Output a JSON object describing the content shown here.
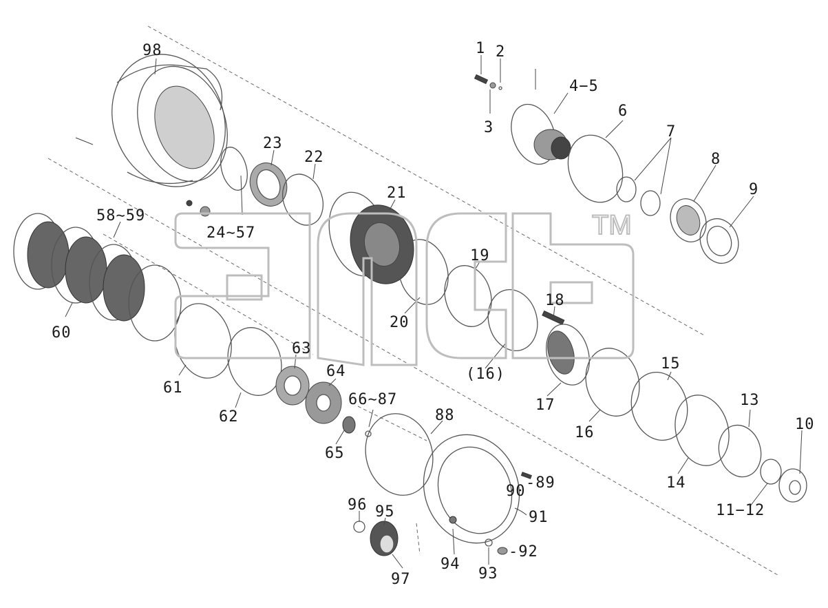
{
  "watermark": {
    "mark": "TM"
  },
  "labels": [
    {
      "id": "98",
      "text": "98"
    },
    {
      "id": "1",
      "text": "1"
    },
    {
      "id": "2",
      "text": "2"
    },
    {
      "id": "3",
      "text": "3"
    },
    {
      "id": "4-5",
      "text": "4−5"
    },
    {
      "id": "6",
      "text": "6"
    },
    {
      "id": "7",
      "text": "7"
    },
    {
      "id": "8",
      "text": "8"
    },
    {
      "id": "9",
      "text": "9"
    },
    {
      "id": "23",
      "text": "23"
    },
    {
      "id": "22",
      "text": "22"
    },
    {
      "id": "21",
      "text": "21"
    },
    {
      "id": "58-59",
      "text": "58∼59"
    },
    {
      "id": "24-57",
      "text": "24∼57"
    },
    {
      "id": "60",
      "text": "60"
    },
    {
      "id": "19",
      "text": "19"
    },
    {
      "id": "20",
      "text": "20"
    },
    {
      "id": "18",
      "text": "18"
    },
    {
      "id": "16p",
      "text": "(16)"
    },
    {
      "id": "61",
      "text": "61"
    },
    {
      "id": "63",
      "text": "63"
    },
    {
      "id": "64",
      "text": "64"
    },
    {
      "id": "17",
      "text": "17"
    },
    {
      "id": "15",
      "text": "15"
    },
    {
      "id": "62",
      "text": "62"
    },
    {
      "id": "66-87",
      "text": "66∼87"
    },
    {
      "id": "88",
      "text": "88"
    },
    {
      "id": "13",
      "text": "13"
    },
    {
      "id": "16",
      "text": "16"
    },
    {
      "id": "10",
      "text": "10"
    },
    {
      "id": "65",
      "text": "65"
    },
    {
      "id": "89",
      "text": "-89"
    },
    {
      "id": "90",
      "text": "90"
    },
    {
      "id": "14",
      "text": "14"
    },
    {
      "id": "96",
      "text": "96"
    },
    {
      "id": "95",
      "text": "95"
    },
    {
      "id": "11-12",
      "text": "11−12"
    },
    {
      "id": "91",
      "text": "91"
    },
    {
      "id": "92",
      "text": "-92"
    },
    {
      "id": "94",
      "text": "94"
    },
    {
      "id": "93",
      "text": "93"
    },
    {
      "id": "97",
      "text": "97"
    }
  ]
}
